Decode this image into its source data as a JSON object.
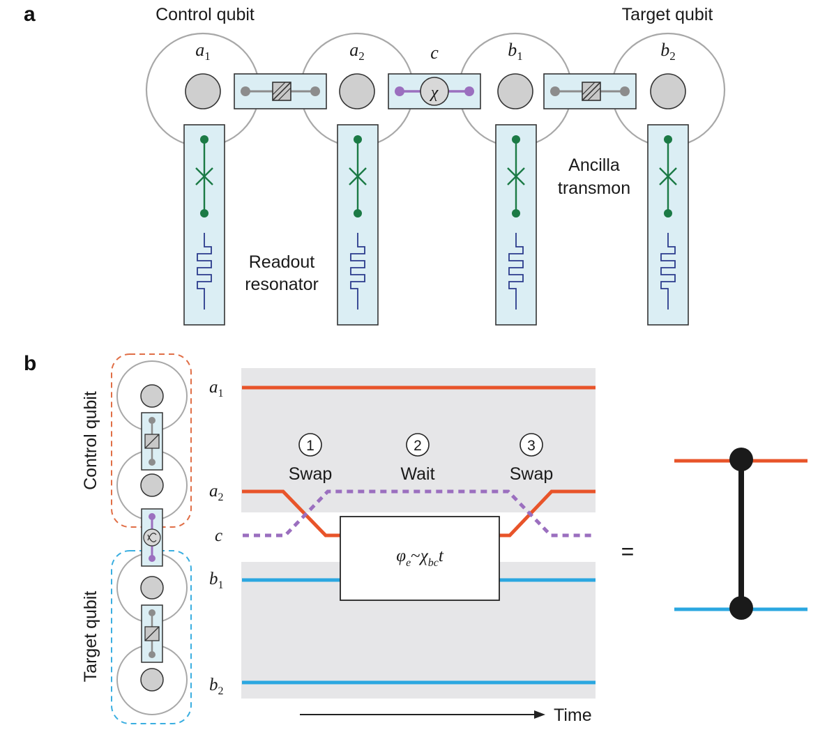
{
  "panel_a": {
    "panel_label": "a",
    "control_qubit_label": "Control qubit",
    "target_qubit_label": "Target qubit",
    "mode_a1": {
      "base": "a",
      "sub": "1"
    },
    "mode_a2": {
      "base": "a",
      "sub": "2"
    },
    "mode_c": "c",
    "mode_b1": {
      "base": "b",
      "sub": "1"
    },
    "mode_b2": {
      "base": "b",
      "sub": "2"
    },
    "chi_symbol": "χ",
    "readout_label_line1": "Readout",
    "readout_label_line2": "resonator",
    "ancilla_label_line1": "Ancilla",
    "ancilla_label_line2": "transmon"
  },
  "panel_b": {
    "panel_label": "b",
    "control_qubit_label": "Control qubit",
    "target_qubit_label": "Target qubit",
    "row_a1": {
      "base": "a",
      "sub": "1"
    },
    "row_a2": {
      "base": "a",
      "sub": "2"
    },
    "row_c": "c",
    "row_b1": {
      "base": "b",
      "sub": "1"
    },
    "row_b2": {
      "base": "b",
      "sub": "2"
    },
    "step1_number": "1",
    "step1_label": "Swap",
    "step2_number": "2",
    "step2_label": "Wait",
    "step3_number": "3",
    "step3_label": "Swap",
    "phase_formula": {
      "phi": "φ",
      "phi_sub": "e",
      "tilde": "~",
      "chi": "χ",
      "chi_sub": "bc",
      "t": "t"
    },
    "time_label": "Time",
    "equals": "="
  },
  "colors": {
    "control": "#e8542a",
    "target": "#2ba7e0",
    "ancilla": "#9b6fbf",
    "junction": "#1b7a45",
    "resonator": "#2a3a8c",
    "box_fill": "#dbeef4",
    "panel_gray": "#e6e6e8"
  }
}
